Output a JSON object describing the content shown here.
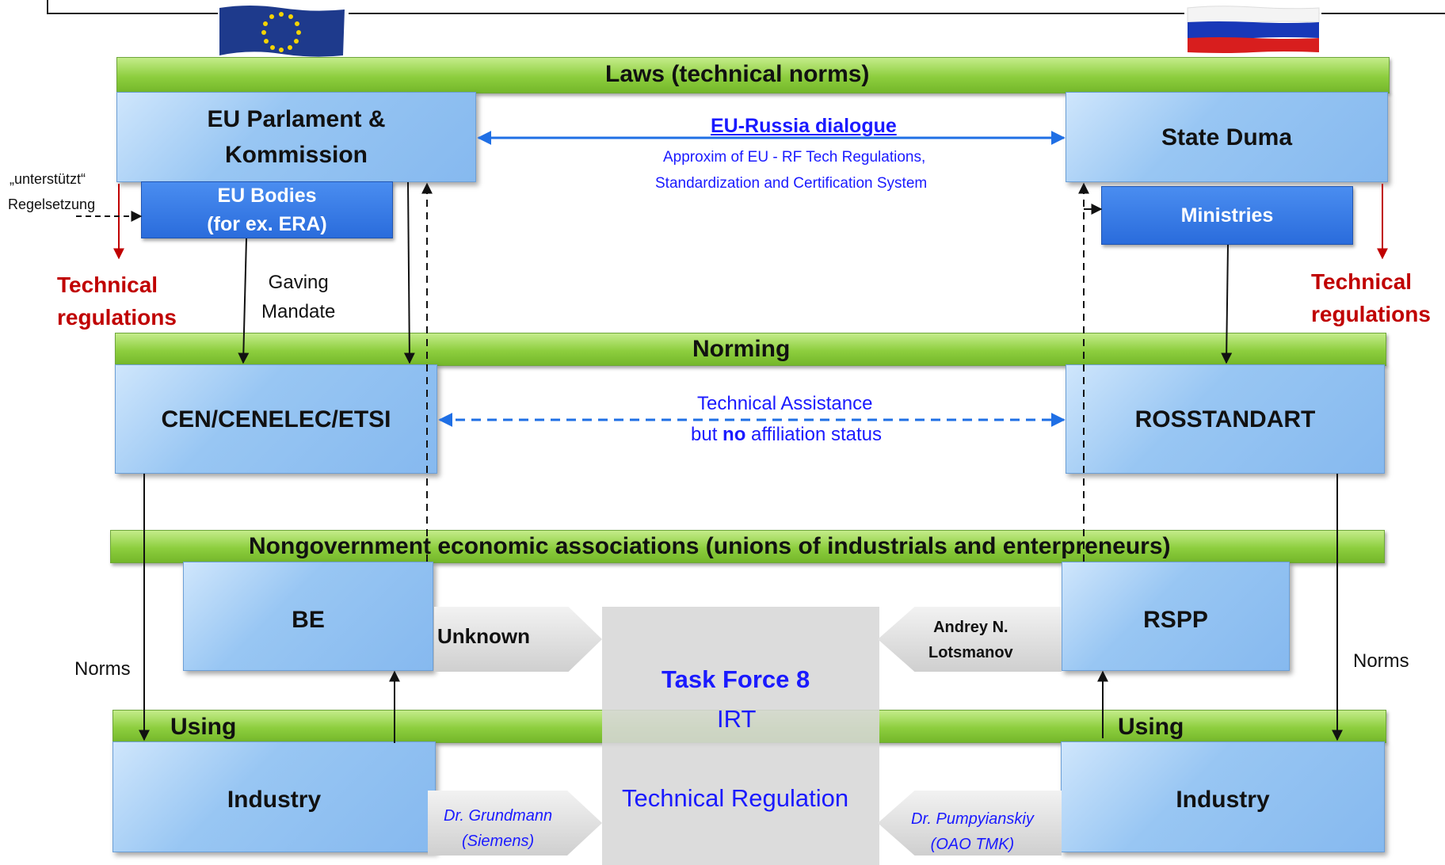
{
  "bars": {
    "laws": "Laws (technical norms)",
    "norming": "Norming",
    "associations": "Nongovernment economic associations (unions of industrials and enterpreneurs)",
    "using_left": "Using",
    "using_right": "Using"
  },
  "boxes": {
    "eu_parlament_line1": "EU Parlament &",
    "eu_parlament_line2": "Kommission",
    "state_duma": "State Duma",
    "eu_bodies_line1": "EU Bodies",
    "eu_bodies_line2": "(for ex. ERA)",
    "ministries": "Ministries",
    "cen": "CEN/CENELEC/ETSI",
    "rosstandart": "ROSSTANDART",
    "be": "BE",
    "rspp": "RSPP",
    "industry_left": "Industry",
    "industry_right": "Industry"
  },
  "dialogue": {
    "title": "EU-Russia dialogue",
    "line1": "Approxim of EU - RF Tech Regulations,",
    "line2": "Standardization and Certification System"
  },
  "assistance": {
    "line1": "Technical Assistance",
    "line2_pre": "but ",
    "line2_bold": "no",
    "line2_post": " affiliation status"
  },
  "labels": {
    "unterstuetzt": "„unterstützt“",
    "regelsetzung": "Regelsetzung",
    "tech_reg_left_1": "Technical",
    "tech_reg_left_2": "regulations",
    "tech_reg_right_1": "Technical",
    "tech_reg_right_2": "regulations",
    "gaving": "Gaving",
    "mandate": "Mandate",
    "norms_left": "Norms",
    "norms_right": "Norms"
  },
  "task_force": {
    "title": "Task Force 8",
    "irt": "IRT",
    "tech_reg": "Technical Regulation"
  },
  "chevrons": {
    "unknown": "Unknown",
    "lotsmanov_line1": "Andrey N.",
    "lotsmanov_line2": "Lotsmanov",
    "grundmann_line1": "Dr. Grundmann",
    "grundmann_line2": "(Siemens)",
    "pumpyianskiy_line1": "Dr. Pumpyianskiy",
    "pumpyianskiy_line2": "(OAO TMK)"
  },
  "flags": {
    "left": "eu-flag",
    "right": "russia-flag"
  },
  "colors": {
    "green_bar": "#8dce3e",
    "light_blue_box": "#98c6f3",
    "dark_blue_box": "#2a6cdc",
    "red_text": "#c00000",
    "blue_text": "#1a1aff",
    "arrow_blue": "#1f6fe5"
  }
}
